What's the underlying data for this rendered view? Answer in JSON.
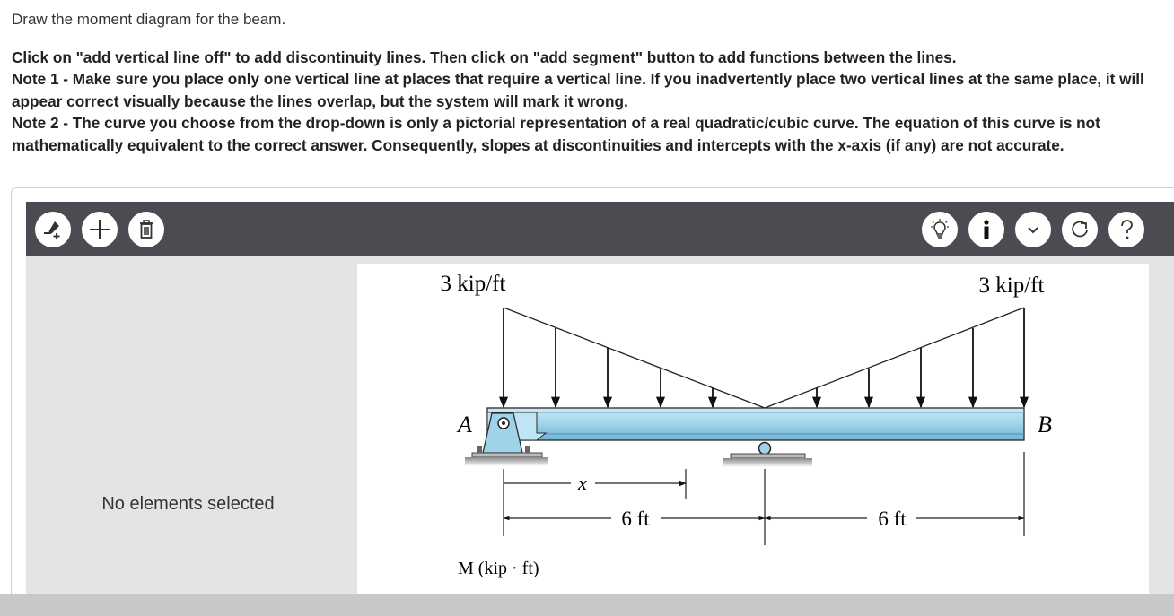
{
  "prompt": "Draw the moment diagram for the beam.",
  "instructions": [
    "Click on \"add vertical line off\" to add discontinuity lines. Then click on \"add segment\" button to add functions between the lines.",
    "Note 1 - Make sure you place only one vertical line at places that require a vertical line. If you inadvertently place two vertical lines at the same place, it will appear correct visually because the lines overlap, but the system will mark it wrong.",
    "Note 2 - The curve you choose from the drop-down is only a pictorial representation of a real quadratic/cubic curve. The equation of this curve is not mathematically equivalent to the correct answer. Consequently, slopes at discontinuities and intercepts with the x-axis (if any) are not accurate."
  ],
  "toolbar": {
    "left_icons": [
      "add-vertical-line-icon",
      "add-segment-icon",
      "delete-icon"
    ],
    "right_icons": [
      "hint-bulb-icon",
      "info-icon",
      "chevron-down-icon",
      "reset-icon",
      "help-icon"
    ]
  },
  "sidepanel": {
    "message": "No elements selected"
  },
  "figure": {
    "load_left": "3 kip/ft",
    "load_right": "3 kip/ft",
    "support_left_label": "A",
    "end_right_label": "B",
    "x_label": "x",
    "dim_left": "6 ft",
    "dim_right": "6 ft",
    "moment_axis_label": "M (kip · ft)",
    "colors": {
      "beam": "#9fd3ea",
      "toolbar": "#4b4c52",
      "panel": "#e4e4e4"
    }
  }
}
